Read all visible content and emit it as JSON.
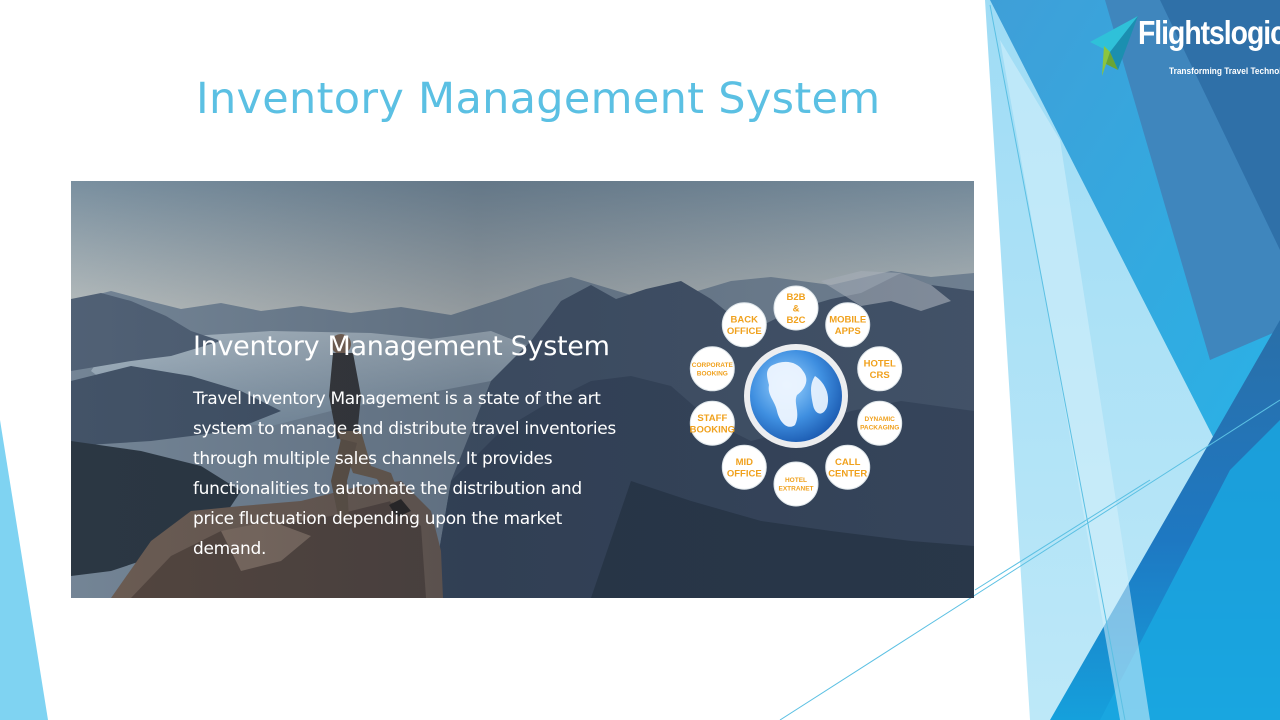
{
  "slide": {
    "title": "Inventory Management System"
  },
  "logo": {
    "name": "Flightslogic",
    "tagline": "Transforming Travel Technology"
  },
  "banner": {
    "title": "Inventory Management System",
    "description": "Travel Inventory Management is a state of the art system to manage and distribute travel inventories through multiple sales channels. It provides functionalities to automate the distribution and price fluctuation depending upon the market demand."
  },
  "channels": [
    {
      "key": "b2b",
      "lines": [
        "B2B",
        "&",
        "B2C"
      ]
    },
    {
      "key": "mobile-apps",
      "lines": [
        "MOBILE",
        "APPS"
      ]
    },
    {
      "key": "hotel-crs",
      "lines": [
        "HOTEL",
        "CRS"
      ]
    },
    {
      "key": "dynamic-packaging",
      "lines": [
        "DYNAMIC",
        "PACKAGING"
      ]
    },
    {
      "key": "call-center",
      "lines": [
        "CALL",
        "CENTER"
      ]
    },
    {
      "key": "hotel-extranet",
      "lines": [
        "HOTEL",
        "EXTRANET"
      ]
    },
    {
      "key": "mid-office",
      "lines": [
        "MID",
        "OFFICE"
      ]
    },
    {
      "key": "staff-booking",
      "lines": [
        "STAFF",
        "BOOKING"
      ]
    },
    {
      "key": "corporate-booking",
      "lines": [
        "CORPORATE",
        "BOOKING"
      ]
    },
    {
      "key": "back-office",
      "lines": [
        "BACK",
        "OFFICE"
      ]
    }
  ],
  "colors": {
    "title_blue": "#5bc0e3",
    "channel_orange": "#f0a11d",
    "accent_blue_dark": "#1f6fae",
    "accent_blue_light": "#7fd3f2"
  },
  "icons": {
    "logo_mark": "paper-plane-icon",
    "hub": "globe-icon"
  }
}
